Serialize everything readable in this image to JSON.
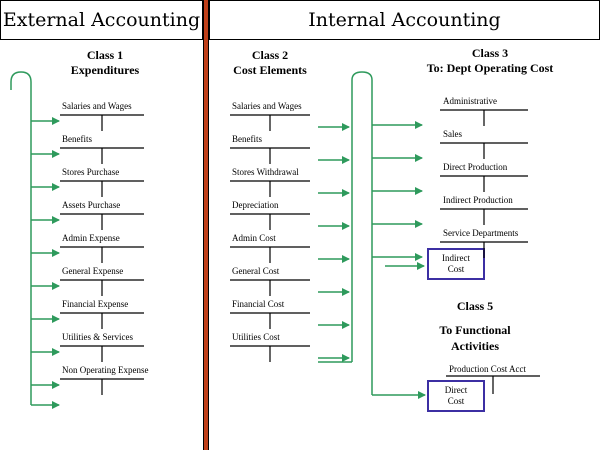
{
  "headers": {
    "external": "External  Accounting",
    "internal": "Internal  Accounting"
  },
  "class1": {
    "title": [
      "Class 1",
      "Expenditures"
    ],
    "items": [
      "Salaries and Wages",
      "Benefits",
      "Stores Purchase",
      "Assets Purchase",
      "Admin Expense",
      "General Expense",
      "Financial Expense",
      "Utilities & Services",
      "Non Operating Expense"
    ]
  },
  "class2": {
    "title": [
      "Class 2",
      "Cost Elements"
    ],
    "items": [
      "Salaries and Wages",
      "Benefits",
      "Stores Withdrawal",
      "Depreciation",
      "Admin Cost",
      "General Cost",
      "Financial Cost",
      "Utilities Cost"
    ]
  },
  "class3": {
    "title": [
      "Class 3",
      "To:  Dept Operating Cost"
    ],
    "items": [
      "Administrative",
      "Sales",
      "Direct Production",
      "Indirect Production",
      "Service Departments"
    ],
    "box": [
      "Indirect",
      "Cost"
    ]
  },
  "class5": {
    "title": [
      "Class 5",
      "To Functional",
      "Activities"
    ],
    "item": "Production Cost Acct",
    "box": [
      "Direct",
      "Cost"
    ]
  },
  "colors": {
    "arrow": "#2e9a5c",
    "divider": "#c0401a",
    "box_border": "#3c2fa3"
  }
}
